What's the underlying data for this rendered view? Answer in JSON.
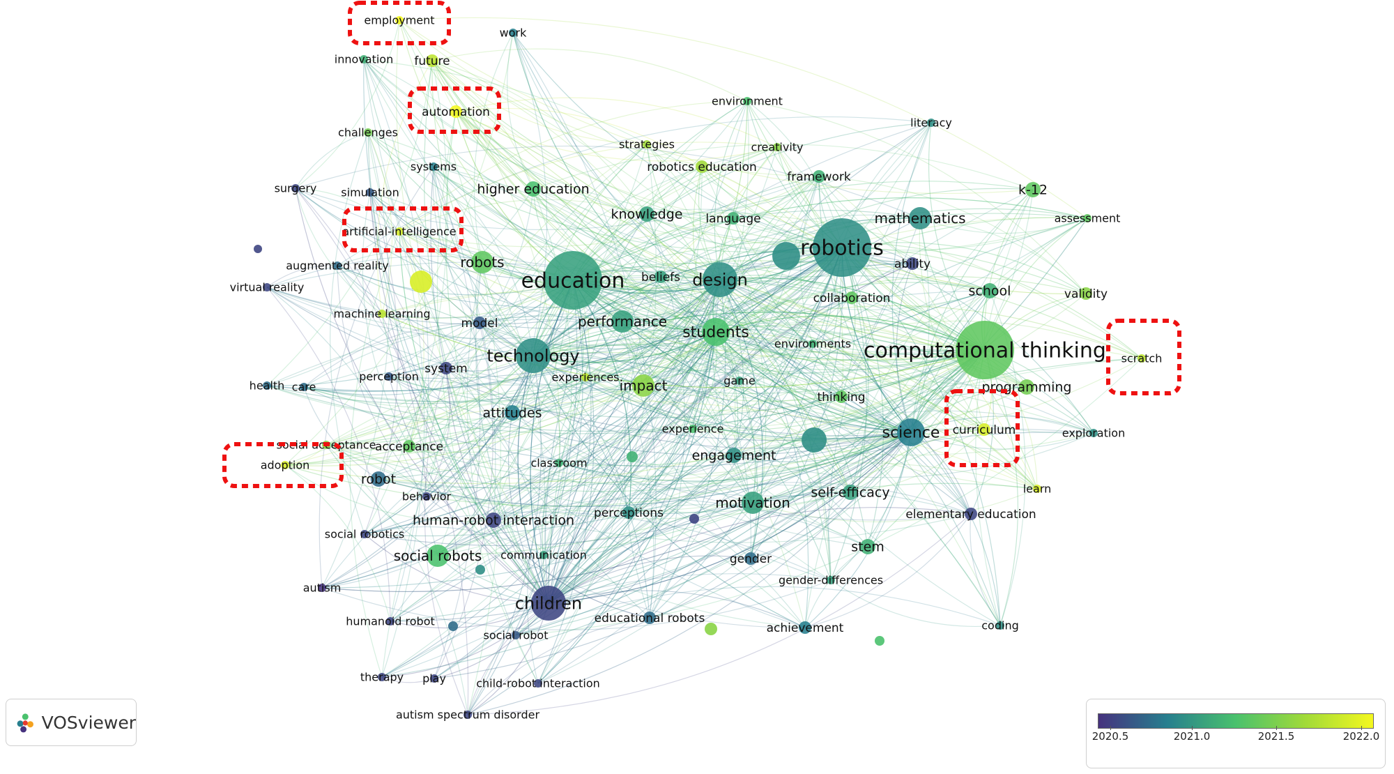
{
  "app": {
    "name": "VOSviewer"
  },
  "legend": {
    "ticks": [
      "2020.5",
      "2021.0",
      "2021.5",
      "2022.0"
    ],
    "colors": [
      "#46327e",
      "#277f8e",
      "#4ac16d",
      "#a0da39",
      "#f4f81f"
    ]
  },
  "highlight_color": "#ee1111",
  "highlighted_terms": [
    "employment",
    "automation",
    "artificial-intelligence",
    "adoption",
    "scratch",
    "curriculum"
  ],
  "nodes": [
    {
      "id": "education",
      "label": "education",
      "weight": 10,
      "year": 2021.1
    },
    {
      "id": "robotics",
      "label": "robotics",
      "weight": 10,
      "year": 2021.0
    },
    {
      "id": "computational-thinking",
      "label": "computational thinking",
      "weight": 10,
      "year": 2021.4
    },
    {
      "id": "technology",
      "label": "technology",
      "weight": 7,
      "year": 2021.0
    },
    {
      "id": "design",
      "label": "design",
      "weight": 7,
      "year": 2021.0
    },
    {
      "id": "children",
      "label": "children",
      "weight": 7,
      "year": 2020.6
    },
    {
      "id": "students",
      "label": "students",
      "weight": 6,
      "year": 2021.3
    },
    {
      "id": "science",
      "label": "science",
      "weight": 6,
      "year": 2020.9
    },
    {
      "id": "social-robots",
      "label": "social robots",
      "weight": 5,
      "year": 2021.3
    },
    {
      "id": "robots",
      "label": "robots",
      "weight": 5,
      "year": 2021.4
    },
    {
      "id": "impact",
      "label": "impact",
      "weight": 5,
      "year": 2021.6
    },
    {
      "id": "motivation",
      "label": "motivation",
      "weight": 5,
      "year": 2021.1
    },
    {
      "id": "performance",
      "label": "performance",
      "weight": 5,
      "year": 2021.1
    },
    {
      "id": "mathematics",
      "label": "mathematics",
      "weight": 5,
      "year": 2021.0
    },
    {
      "id": "knowledge",
      "label": "knowledge",
      "weight": 4,
      "year": 2021.1
    },
    {
      "id": "higher-education",
      "label": "higher education",
      "weight": 4,
      "year": 2021.3
    },
    {
      "id": "attitudes",
      "label": "attitudes",
      "weight": 4,
      "year": 2020.9
    },
    {
      "id": "engagement",
      "label": "engagement",
      "weight": 4,
      "year": 2021.0
    },
    {
      "id": "k-12",
      "label": "k-12",
      "weight": 4,
      "year": 2021.4
    },
    {
      "id": "school",
      "label": "school",
      "weight": 4,
      "year": 2021.2
    },
    {
      "id": "programming",
      "label": "programming",
      "weight": 4,
      "year": 2021.5
    },
    {
      "id": "self-efficacy",
      "label": "self-efficacy",
      "weight": 4,
      "year": 2021.1
    },
    {
      "id": "stem",
      "label": "stem",
      "weight": 4,
      "year": 2021.2
    },
    {
      "id": "human-robot-interaction",
      "label": "human-robot interaction",
      "weight": 4,
      "year": 2020.6
    },
    {
      "id": "robot",
      "label": "robot",
      "weight": 4,
      "year": 2020.8
    },
    {
      "id": "acceptance",
      "label": "acceptance",
      "weight": 3,
      "year": 2021.4
    },
    {
      "id": "validity",
      "label": "validity",
      "weight": 3,
      "year": 2021.6
    },
    {
      "id": "perceptions",
      "label": "perceptions",
      "weight": 3,
      "year": 2021.0
    },
    {
      "id": "educational-robots",
      "label": "educational robots",
      "weight": 3,
      "year": 2020.8
    },
    {
      "id": "achievement",
      "label": "achievement",
      "weight": 3,
      "year": 2020.9
    },
    {
      "id": "gender",
      "label": "gender",
      "weight": 3,
      "year": 2020.8
    },
    {
      "id": "elementary-education",
      "label": "elementary education",
      "weight": 3,
      "year": 2020.6
    },
    {
      "id": "curriculum",
      "label": "curriculum",
      "weight": 3,
      "year": 2021.9
    },
    {
      "id": "exploration",
      "label": "exploration",
      "weight": 2,
      "year": 2021.0
    },
    {
      "id": "learn",
      "label": "learn",
      "weight": 2,
      "year": 2021.9
    },
    {
      "id": "coding",
      "label": "coding",
      "weight": 2,
      "year": 2021.0
    },
    {
      "id": "scratch",
      "label": "scratch",
      "weight": 2,
      "year": 2021.8
    },
    {
      "id": "assessment",
      "label": "assessment",
      "weight": 2,
      "year": 2021.4
    },
    {
      "id": "literacy",
      "label": "literacy",
      "weight": 2,
      "year": 2021.0
    },
    {
      "id": "framework",
      "label": "framework",
      "weight": 3,
      "year": 2021.2
    },
    {
      "id": "creativity",
      "label": "creativity",
      "weight": 2,
      "year": 2021.6
    },
    {
      "id": "environment",
      "label": "environment",
      "weight": 2,
      "year": 2021.3
    },
    {
      "id": "robotics-education",
      "label": "robotics education",
      "weight": 3,
      "year": 2021.7
    },
    {
      "id": "strategies",
      "label": "strategies",
      "weight": 2,
      "year": 2021.7
    },
    {
      "id": "language",
      "label": "language",
      "weight": 3,
      "year": 2021.2
    },
    {
      "id": "beliefs",
      "label": "beliefs",
      "weight": 3,
      "year": 2021.1
    },
    {
      "id": "collaboration",
      "label": "collaboration",
      "weight": 3,
      "year": 2021.4
    },
    {
      "id": "ability",
      "label": "ability",
      "weight": 3,
      "year": 2020.6
    },
    {
      "id": "environments",
      "label": "environments",
      "weight": 2,
      "year": 2021.2
    },
    {
      "id": "game",
      "label": "game",
      "weight": 2,
      "year": 2021.1
    },
    {
      "id": "thinking",
      "label": "thinking",
      "weight": 3,
      "year": 2021.4
    },
    {
      "id": "experience",
      "label": "experience",
      "weight": 2,
      "year": 2021.3
    },
    {
      "id": "experiences",
      "label": "experiences",
      "weight": 2,
      "year": 2021.8
    },
    {
      "id": "classroom",
      "label": "classroom",
      "weight": 2,
      "year": 2021.2
    },
    {
      "id": "gender-differences",
      "label": "gender-differences",
      "weight": 2,
      "year": 2021.1
    },
    {
      "id": "communication",
      "label": "communication",
      "weight": 2,
      "year": 2021.1
    },
    {
      "id": "model",
      "label": "model",
      "weight": 3,
      "year": 2020.7
    },
    {
      "id": "system",
      "label": "system",
      "weight": 3,
      "year": 2020.6
    },
    {
      "id": "perception",
      "label": "perception",
      "weight": 2,
      "year": 2020.7
    },
    {
      "id": "health",
      "label": "health",
      "weight": 2,
      "year": 2020.8
    },
    {
      "id": "care",
      "label": "care",
      "weight": 2,
      "year": 2020.8
    },
    {
      "id": "social-acceptance",
      "label": "social acceptance",
      "weight": 2,
      "year": 2021.6
    },
    {
      "id": "adoption",
      "label": "adoption",
      "weight": 2,
      "year": 2021.9
    },
    {
      "id": "behavior",
      "label": "behavior",
      "weight": 2,
      "year": 2020.6
    },
    {
      "id": "social-robotics",
      "label": "social robotics",
      "weight": 2,
      "year": 2020.6
    },
    {
      "id": "autism",
      "label": "autism",
      "weight": 2,
      "year": 2020.5
    },
    {
      "id": "humanoid-robot",
      "label": "humanoid robot",
      "weight": 2,
      "year": 2020.6
    },
    {
      "id": "social-robot",
      "label": "social robot",
      "weight": 2,
      "year": 2020.7
    },
    {
      "id": "therapy",
      "label": "therapy",
      "weight": 2,
      "year": 2020.6
    },
    {
      "id": "play",
      "label": "play",
      "weight": 2,
      "year": 2020.6
    },
    {
      "id": "child-robot-interaction",
      "label": "child-robot interaction",
      "weight": 2,
      "year": 2020.6
    },
    {
      "id": "autism-spectrum-disorder",
      "label": "autism spectrum disorder",
      "weight": 2,
      "year": 2020.6
    },
    {
      "id": "machine-learning",
      "label": "machine learning",
      "weight": 2,
      "year": 2021.8
    },
    {
      "id": "augmented-reality",
      "label": "augmented reality",
      "weight": 2,
      "year": 2020.8
    },
    {
      "id": "virtual-reality",
      "label": "virtual reality",
      "weight": 2,
      "year": 2020.6
    },
    {
      "id": "artificial-intelligence",
      "label": "artificial-intelligence",
      "weight": 2,
      "year": 2021.9
    },
    {
      "id": "simulation",
      "label": "simulation",
      "weight": 2,
      "year": 2020.7
    },
    {
      "id": "surgery",
      "label": "surgery",
      "weight": 2,
      "year": 2020.6
    },
    {
      "id": "systems",
      "label": "systems",
      "weight": 2,
      "year": 2020.9
    },
    {
      "id": "challenges",
      "label": "challenges",
      "weight": 2,
      "year": 2021.5
    },
    {
      "id": "automation",
      "label": "automation",
      "weight": 3,
      "year": 2022.0
    },
    {
      "id": "innovation",
      "label": "innovation",
      "weight": 2,
      "year": 2021.2
    },
    {
      "id": "future",
      "label": "future",
      "weight": 3,
      "year": 2021.8
    },
    {
      "id": "employment",
      "label": "employment",
      "weight": 2,
      "year": 2022.0
    },
    {
      "id": "work",
      "label": "work",
      "weight": 2,
      "year": 2020.9
    }
  ]
}
